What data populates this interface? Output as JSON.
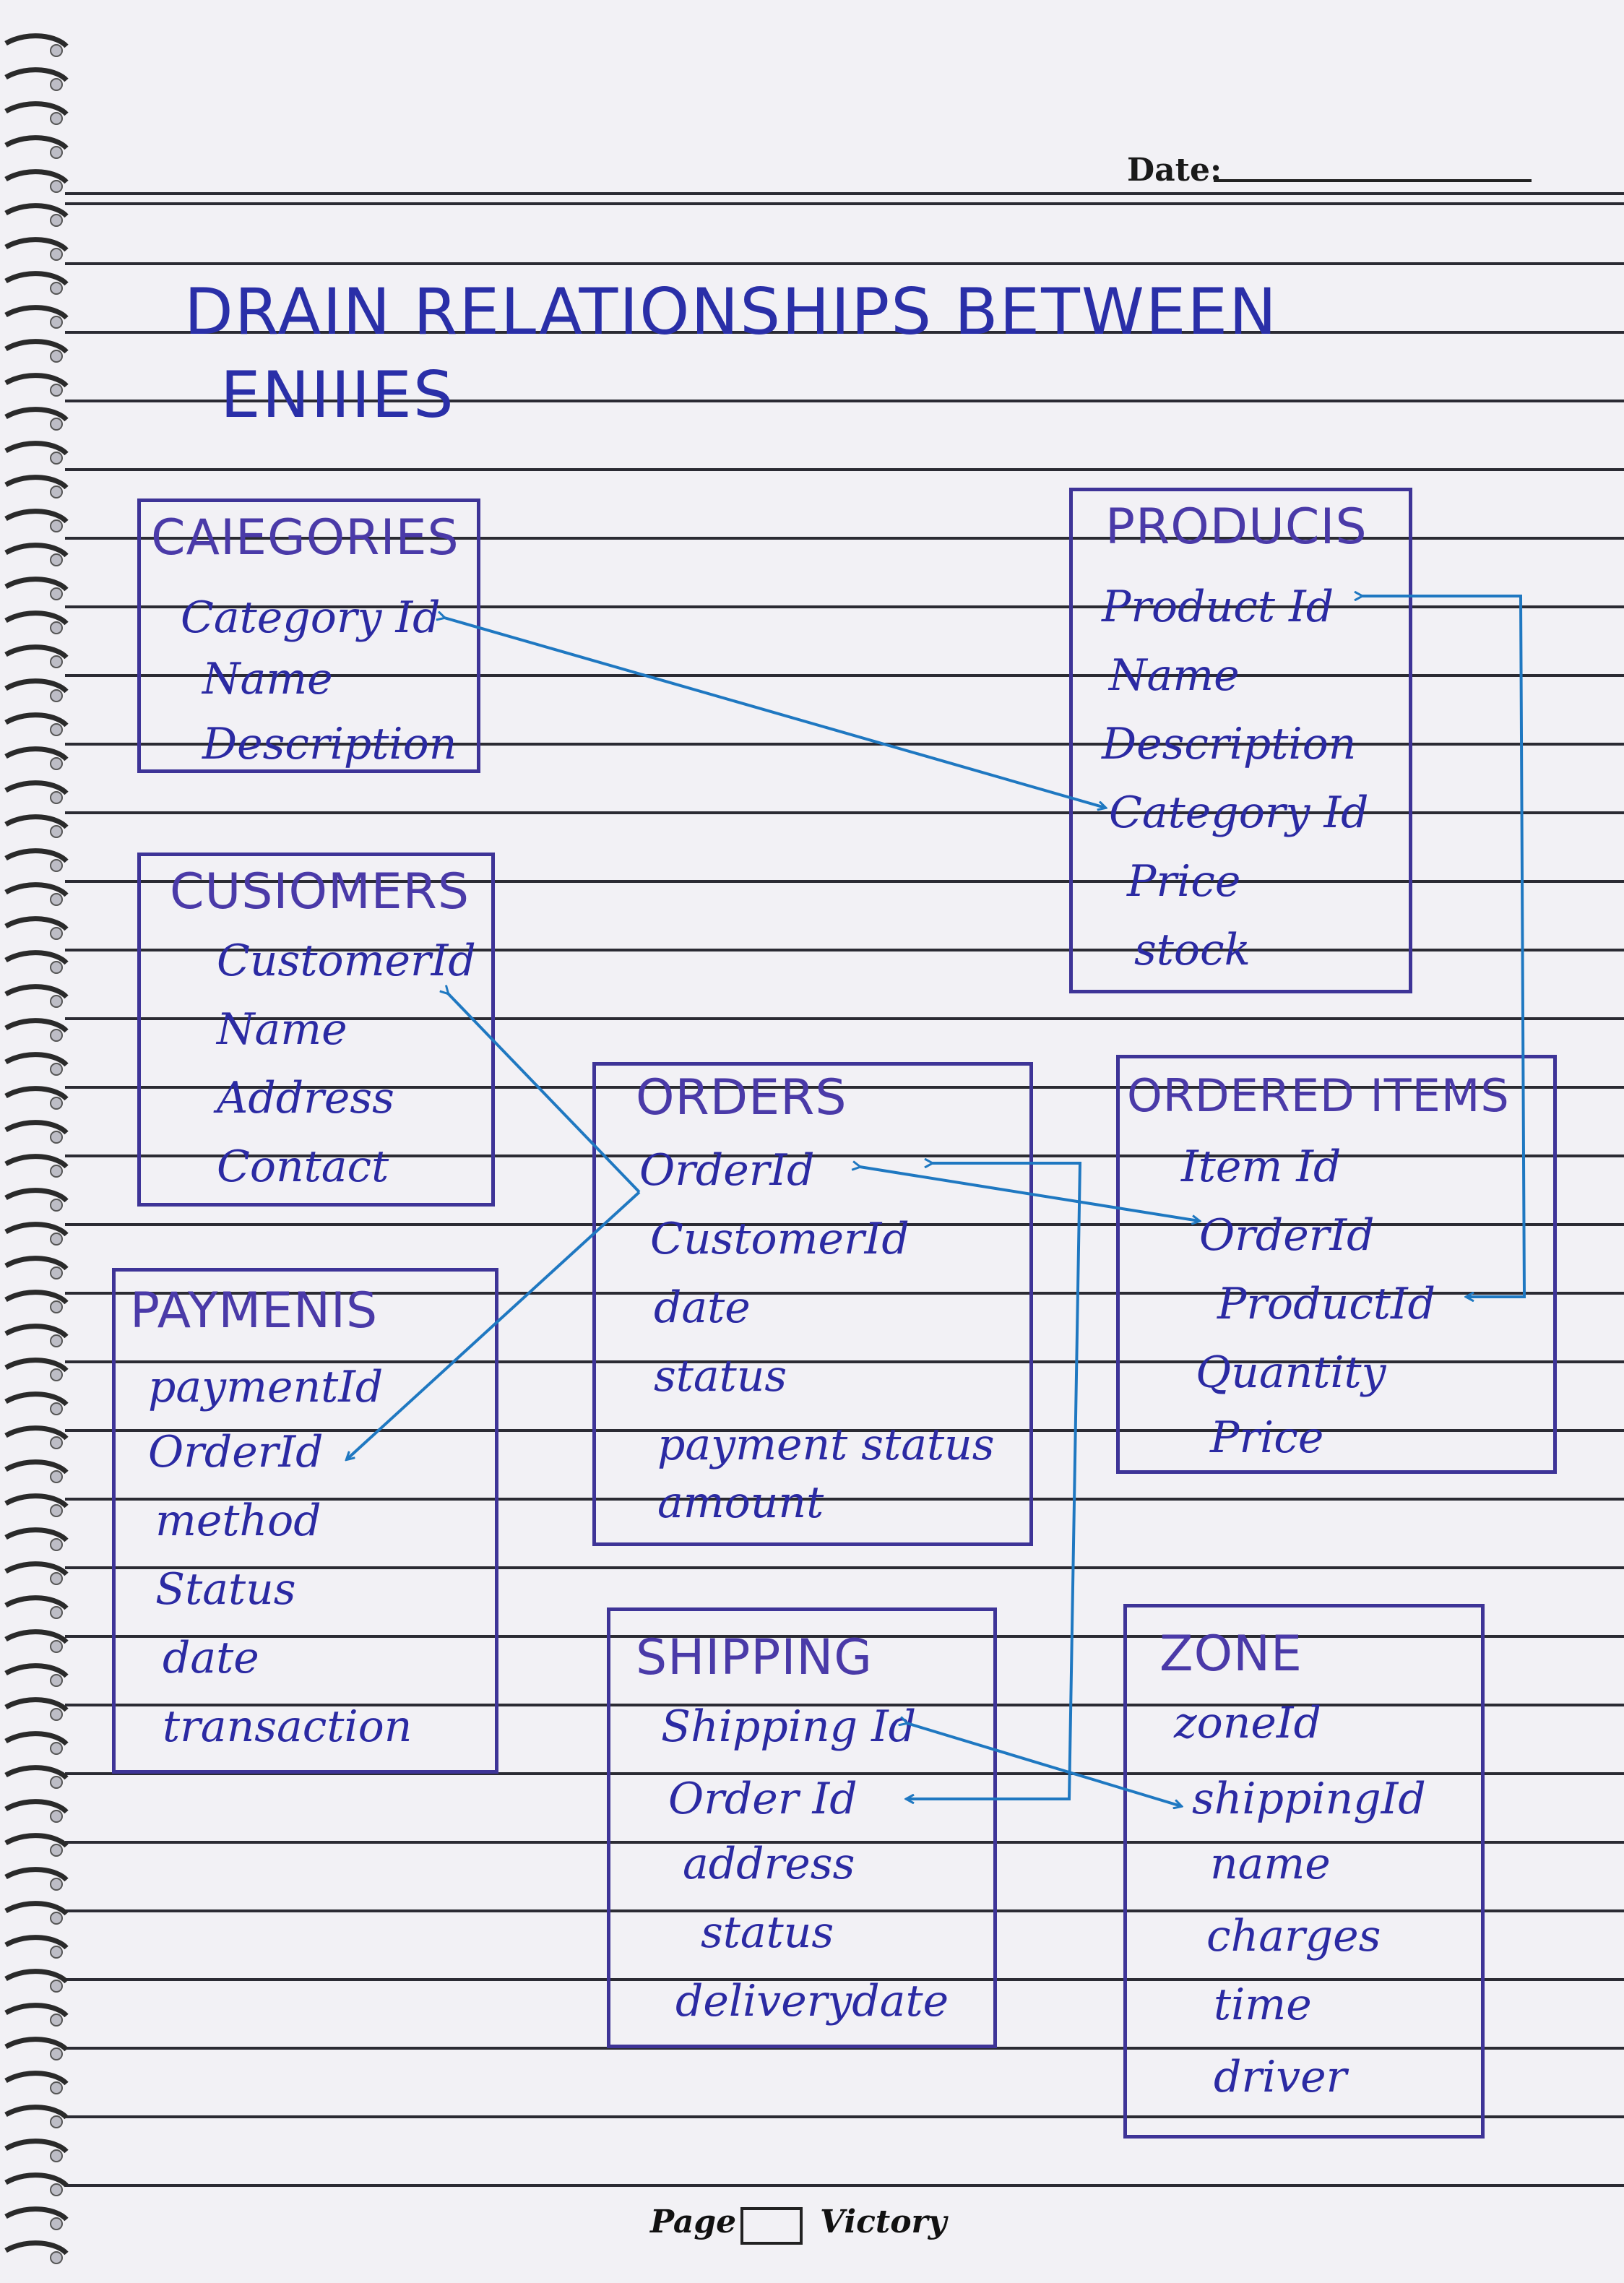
{
  "header": {
    "date_label": "Date:"
  },
  "title": {
    "line1": "DRAIN RELATIONSHIPS BETWEEN",
    "line2": "ENIIIES"
  },
  "entities": {
    "categories": {
      "name": "CAIEGORIES",
      "fields": [
        "Category Id",
        "Name",
        "Description"
      ]
    },
    "products": {
      "name": "PRODUCIS",
      "fields": [
        "Product Id",
        "Name",
        "Description",
        "Category Id",
        "Price",
        "stock"
      ]
    },
    "customers": {
      "name": "CUSIOMERS",
      "fields": [
        "CustomerId",
        "Name",
        "Address",
        "Contact"
      ]
    },
    "orders": {
      "name": "ORDERS",
      "fields": [
        "OrderId",
        "CustomerId",
        "date",
        "status",
        "payment status",
        "amount"
      ]
    },
    "ordered_items": {
      "name": "ORDERED ITEMS",
      "fields": [
        "Item Id",
        "OrderId",
        "ProductId",
        "Quantity",
        "Price"
      ]
    },
    "payments": {
      "name": "PAYMENIS",
      "fields": [
        "paymentId",
        "OrderId",
        "method",
        "Status",
        "date",
        "transaction"
      ]
    },
    "shipping": {
      "name": "SHIPPING",
      "fields": [
        "Shipping Id",
        "Order Id",
        "address",
        "status",
        "deliverydate"
      ]
    },
    "zone": {
      "name": "ZONE",
      "fields": [
        "zoneId",
        "shippingId",
        "name",
        "charges",
        "time",
        "driver"
      ]
    }
  },
  "footer": {
    "page_label": "Page",
    "brand": "Victory"
  },
  "colors": {
    "ink_box": "#3e3497",
    "ink_text": "#2b2aa3",
    "arrow": "#1f78c1",
    "rule": "#2b2b33"
  }
}
